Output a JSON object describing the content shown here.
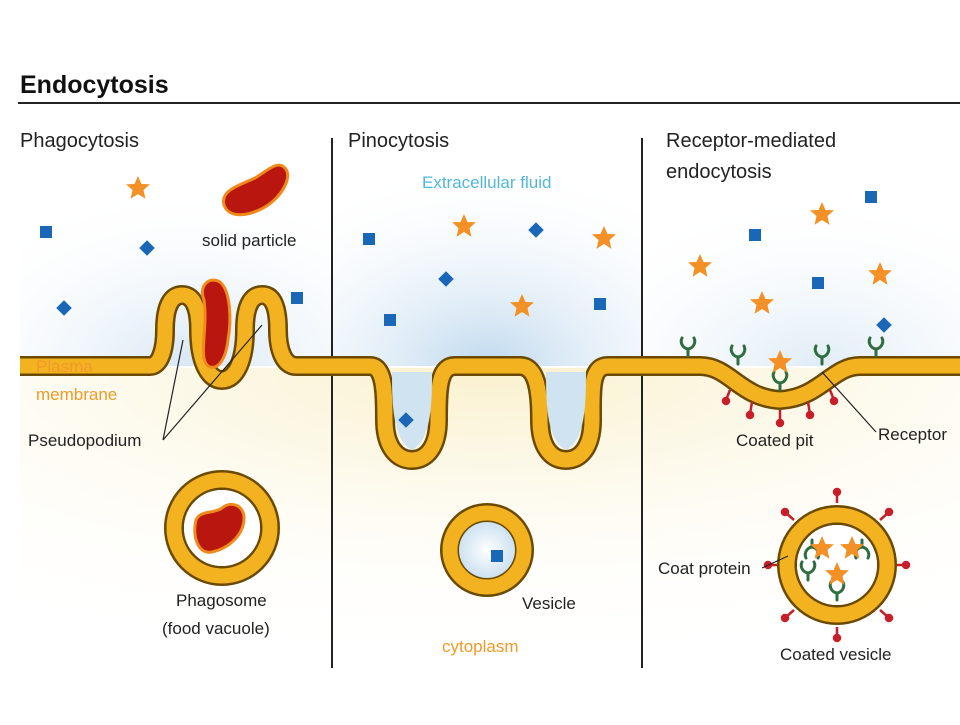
{
  "title": "Endocytosis",
  "sections": {
    "phago": "Phagocytosis",
    "pino": "Pinocytosis",
    "receptor_line1": "Receptor-mediated",
    "receptor_line2": "endocytosis"
  },
  "labels": {
    "solid_particle": "solid particle",
    "plasma_line1": "Plasma",
    "plasma_line2": "membrane",
    "pseudopodium": "Pseudopodium",
    "phagosome_line1": "Phagosome",
    "phagosome_line2": "(food vacuole)",
    "extracellular_fluid": "Extracellular fluid",
    "vesicle": "Vesicle",
    "cytoplasm": "cytoplasm",
    "coated_pit": "Coated pit",
    "receptor": "Receptor",
    "coat_protein": "Coat protein",
    "coated_vesicle": "Coated vesicle"
  },
  "colors": {
    "membrane": "#f3b321",
    "membrane_outline": "#6b4a00",
    "particle": "#b8160f",
    "particle_outline": "#f08a1a",
    "star": "#f39026",
    "square": "#1a66b7",
    "receptor": "#2f6d41",
    "coat": "#c81e2a",
    "extracellular_blue": "#cfe3f1",
    "cytoplasm_yellow": "#fbf2cf",
    "label_orange": "#f09a2a",
    "label_blue": "#52b7d9"
  }
}
